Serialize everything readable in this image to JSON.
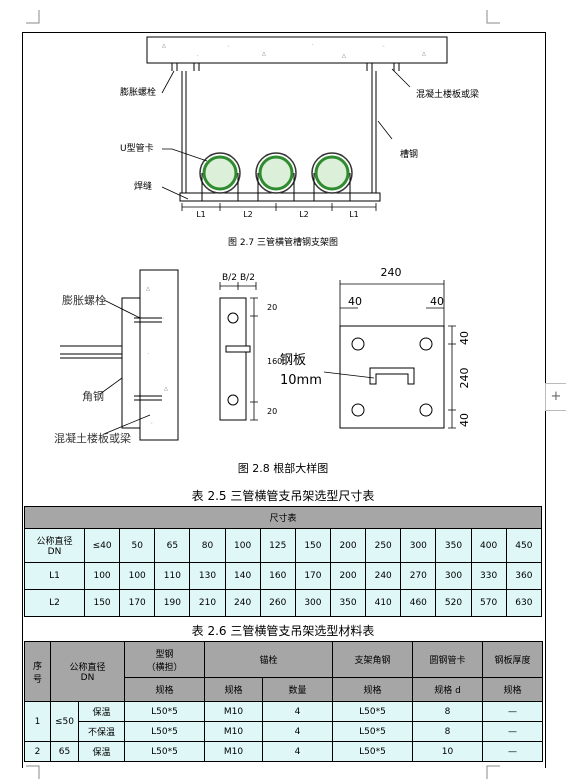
{
  "fig27": {
    "labels": {
      "expansion_bolt": "膨胀螺栓",
      "concrete_slab": "混凝土楼板或梁",
      "u_clamp": "U型管卡",
      "channel_steel": "槽钢",
      "weld": "焊缝",
      "l1a": "L1",
      "l2a": "L2",
      "l2b": "L2",
      "l1b": "L1"
    },
    "caption": "图 2.7  三管横管槽钢支架图"
  },
  "fig28": {
    "left": {
      "expansion_bolt": "膨胀螺栓",
      "angle_steel": "角钢",
      "concrete_slab": "混凝土楼板或梁"
    },
    "mid": {
      "b2a": "B/2",
      "b2b": "B/2",
      "d20a": "20",
      "d160": "160",
      "d20b": "20"
    },
    "right": {
      "w240": "240",
      "w40a": "40",
      "w40b": "40",
      "plate": "钢板",
      "thick": "10mm",
      "h40a": "40",
      "h240": "240",
      "h40b": "40"
    },
    "caption": "图 2.8  根部大样图"
  },
  "table25": {
    "caption": "表 2.5   三管横管支吊架选型尺寸表",
    "header": "尺寸表",
    "rows": [
      {
        "label": "公称直径\nDN",
        "values": [
          "≤40",
          "50",
          "65",
          "80",
          "100",
          "125",
          "150",
          "200",
          "250",
          "300",
          "350",
          "400",
          "450"
        ]
      },
      {
        "label": "L1",
        "values": [
          "100",
          "100",
          "110",
          "130",
          "140",
          "160",
          "170",
          "200",
          "240",
          "270",
          "300",
          "330",
          "360"
        ]
      },
      {
        "label": "L2",
        "values": [
          "150",
          "170",
          "190",
          "210",
          "240",
          "260",
          "300",
          "350",
          "410",
          "460",
          "520",
          "570",
          "630"
        ]
      }
    ]
  },
  "table26": {
    "caption": "表 2.6   三管横管支吊架选型材料表",
    "headers": {
      "seq": "序\n号",
      "dn": "公称直径\nDN",
      "profile": "型钢\n（横担）",
      "anchor": "锚栓",
      "angle": "支架角钢",
      "clamp": "圆钢管卡",
      "plate": "钢板厚度",
      "spec1": "规格",
      "spec2": "规格",
      "qty": "数量",
      "spec3": "规格",
      "specd": "规格 d",
      "spec4": "规格"
    },
    "rows": [
      {
        "seq": "1",
        "dn": "≤50",
        "type": "保温",
        "profile": "L50*5",
        "anchor": "M10",
        "qty": "4",
        "angle": "L50*5",
        "clamp": "8",
        "plate": "—"
      },
      {
        "seq": "",
        "dn": "",
        "type": "不保温",
        "profile": "L50*5",
        "anchor": "M10",
        "qty": "4",
        "angle": "L50*5",
        "clamp": "8",
        "plate": "—"
      },
      {
        "seq": "2",
        "dn": "65",
        "type": "保温",
        "profile": "L50*5",
        "anchor": "M10",
        "qty": "4",
        "angle": "L50*5",
        "clamp": "10",
        "plate": "—"
      }
    ]
  }
}
